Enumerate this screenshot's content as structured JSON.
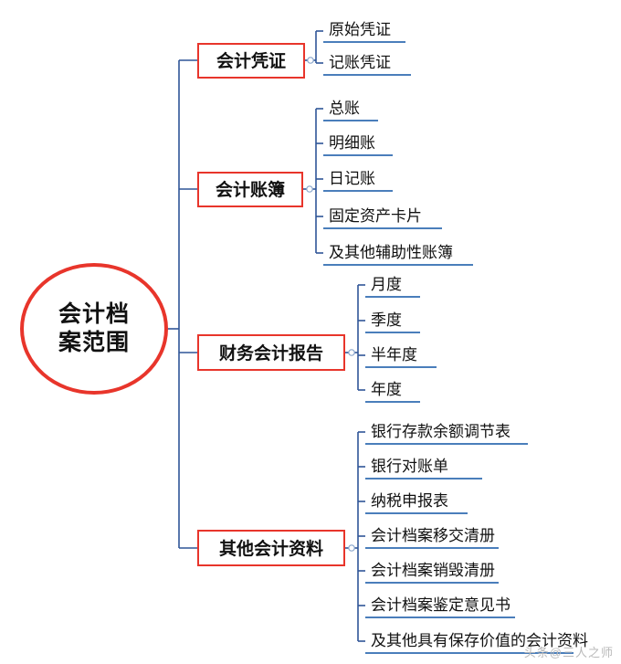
{
  "diagram": {
    "type": "mindmap",
    "colors": {
      "root_border": "#e8352b",
      "branch_border": "#e8352b",
      "connector": "#2f5597",
      "leaf_underline": "#4a7ebb",
      "text": "#111111",
      "background": "#ffffff",
      "watermark": "#b9b9b9"
    },
    "root": {
      "line1": "会计档",
      "line2": "案范围"
    },
    "branches": [
      {
        "label": "会计凭证",
        "children": [
          "原始凭证",
          "记账凭证"
        ]
      },
      {
        "label": "会计账簿",
        "children": [
          "总账",
          "明细账",
          "日记账",
          "固定资产卡片",
          "及其他辅助性账簿"
        ]
      },
      {
        "label": "财务会计报告",
        "children": [
          "月度",
          "季度",
          "半年度",
          "年度"
        ]
      },
      {
        "label": "其他会计资料",
        "children": [
          "银行存款余额调节表",
          "银行对账单",
          "纳税申报表",
          "会计档案移交清册",
          "会计档案销毁清册",
          "会计档案鉴定意见书",
          "及其他具有保存价值的会计资料"
        ]
      }
    ],
    "watermark": "头条@三人之师"
  }
}
